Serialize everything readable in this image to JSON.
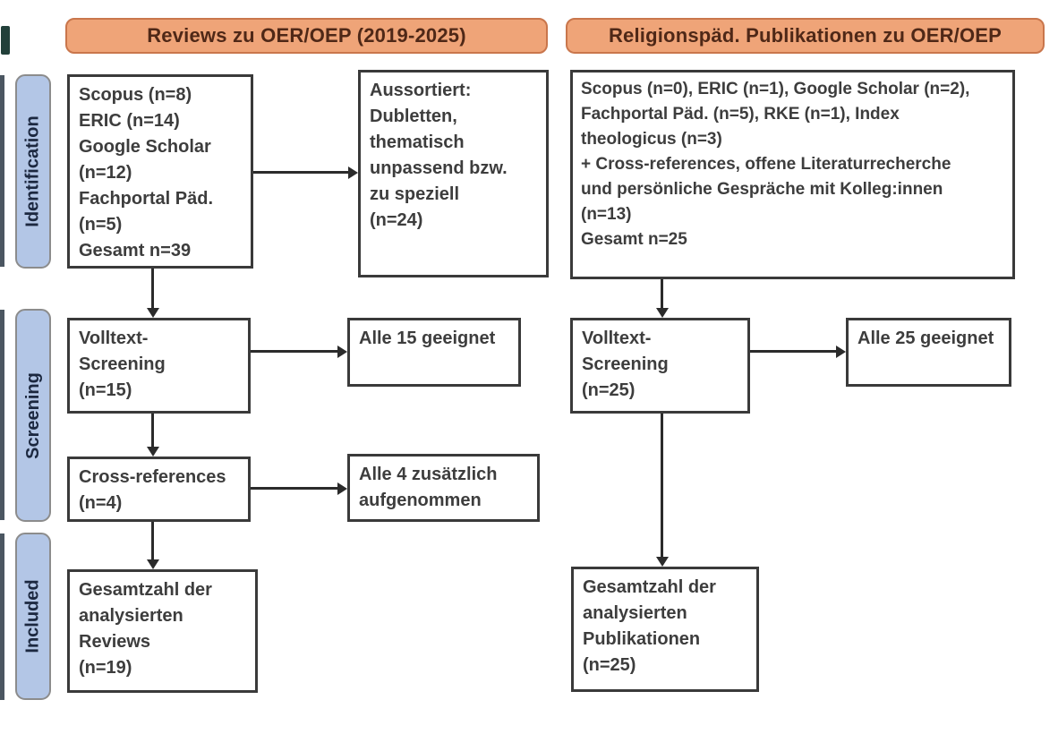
{
  "colors": {
    "banner_fill": "#efa478",
    "banner_border": "#c9764c",
    "banner_text": "#4f2817",
    "stage_fill": "#b3c6e6",
    "stage_border": "#8c8c8c",
    "stage_text": "#1c2840",
    "box_border": "#3a3a3a",
    "box_text": "#3d3d3d",
    "arrow": "#2b2b2b"
  },
  "headers": {
    "left": "Reviews zu OER/OEP (2019-2025)",
    "right": "Religionspäd. Publikationen zu OER/OEP"
  },
  "stages": {
    "identification": "Identification",
    "screening": "Screening",
    "included": "Included"
  },
  "left": {
    "sources": "Scopus (n=8)\nERIC (n=14)\nGoogle Scholar\n(n=12)\nFachportal Päd.\n(n=5)\nGesamt n=39",
    "sorted_out": "Aussortiert:\nDubletten,\nthematisch\nunpassend bzw.\nzu speziell\n(n=24)",
    "fulltext": "Volltext-\nScreening\n(n=15)",
    "eligible": "Alle 15 geeignet",
    "crossref": "Cross-references\n(n=4)",
    "crossref_added": "Alle 4 zusätzlich\naufgenommen",
    "total": "Gesamtzahl der\nanalysierten\nReviews\n(n=19)"
  },
  "right": {
    "sources": "Scopus (n=0), ERIC (n=1), Google Scholar (n=2),\nFachportal Päd. (n=5), RKE (n=1), Index\ntheologicus (n=3)\n+ Cross-references, offene Literaturrecherche\nund persönliche Gespräche mit Kolleg:innen\n(n=13)\nGesamt n=25",
    "fulltext": "Volltext-\nScreening\n(n=25)",
    "eligible": "Alle 25 geeignet",
    "total": "Gesamtzahl der\nanalysierten\nPublikationen\n(n=25)"
  }
}
